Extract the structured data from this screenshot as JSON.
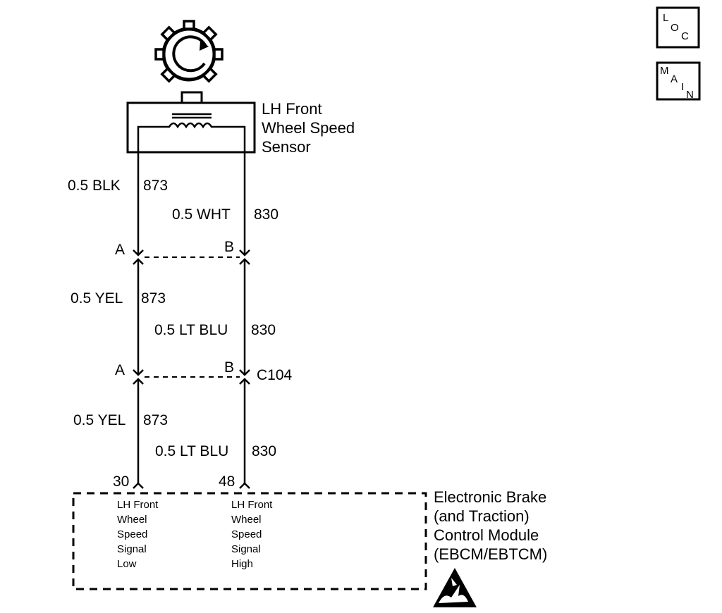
{
  "sensor": {
    "name_lines": [
      "LH Front",
      "Wheel Speed",
      "Sensor"
    ]
  },
  "wires": {
    "seg1_left": "0.5 BLK",
    "seg1_left_circuit": "873",
    "seg1_right": "0.5 WHT",
    "seg1_right_circuit": "830",
    "seg2_left": "0.5 YEL",
    "seg2_left_circuit": "873",
    "seg2_right": "0.5 LT BLU",
    "seg2_right_circuit": "830",
    "seg3_left": "0.5 YEL",
    "seg3_left_circuit": "873",
    "seg3_right": "0.5 LT BLU",
    "seg3_right_circuit": "830"
  },
  "connectors": {
    "c1_pin_left": "A",
    "c1_pin_right": "B",
    "c2_pin_left": "A",
    "c2_pin_right": "B",
    "c2_name": "C104"
  },
  "module": {
    "pin_left": "30",
    "pin_right": "48",
    "name_lines": [
      "Electronic Brake",
      "(and Traction)",
      "Control Module",
      "(EBCM/EBTCM)"
    ],
    "left_signal_lines": [
      "LH Front",
      "Wheel",
      "Speed",
      "Signal",
      "Low"
    ],
    "right_signal_lines": [
      "LH Front",
      "Wheel",
      "Speed",
      "Signal",
      "High"
    ]
  },
  "loc_button": {
    "l": "L",
    "o": "O",
    "c": "C"
  },
  "main_button": {
    "m": "M",
    "a": "A",
    "i": "I",
    "n": "N"
  },
  "icons": [
    "reluctor-wheel-icon",
    "coil-icon",
    "esd-warning-icon"
  ]
}
